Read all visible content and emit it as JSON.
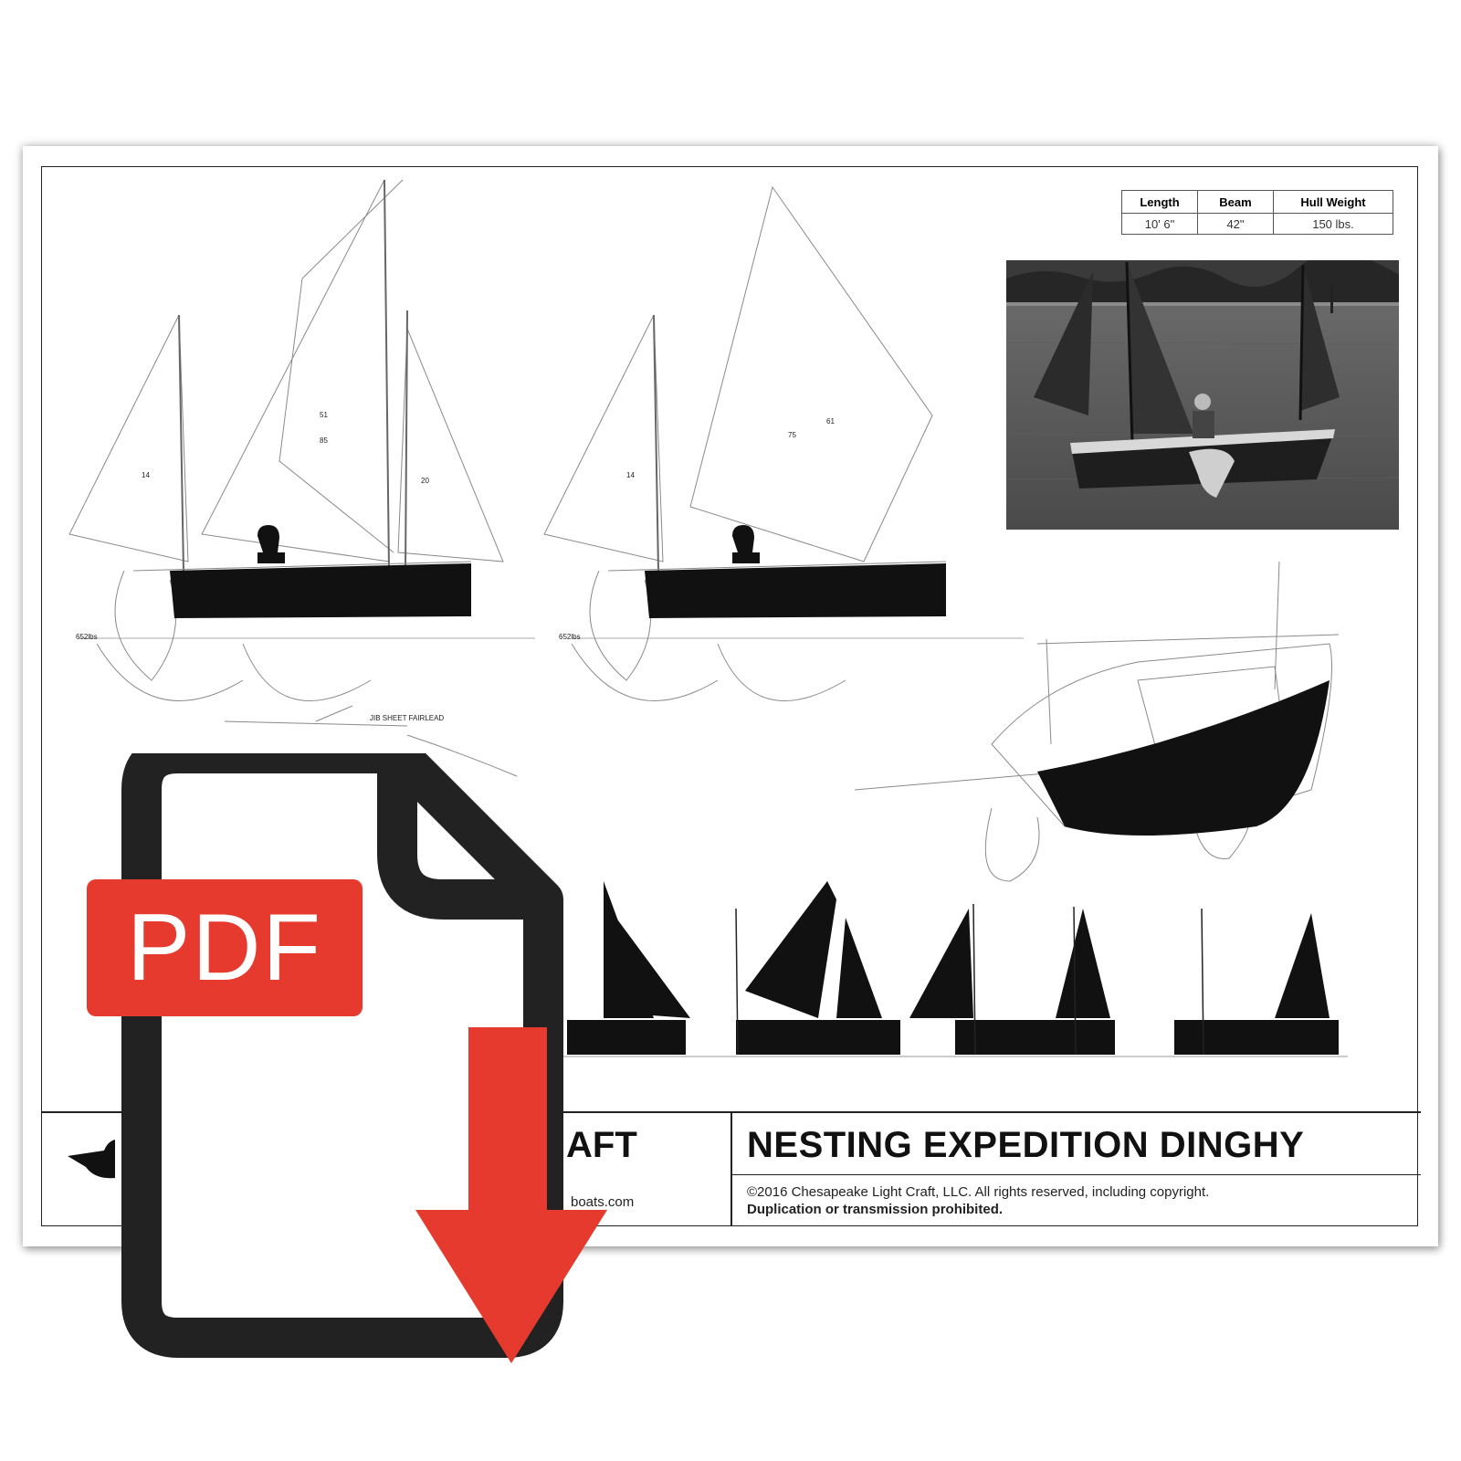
{
  "specs": {
    "headers": [
      "Length",
      "Beam",
      "Hull Weight"
    ],
    "values": [
      "10' 6\"",
      "42\"",
      "150 lbs."
    ]
  },
  "drawing_labels": {
    "sail_area_jib_1": "14",
    "sail_area_main_1a": "51",
    "sail_area_main_1b": "85",
    "sail_area_mizzen_1": "20",
    "sail_area_jib_2": "14",
    "sail_area_main_2a": "61",
    "sail_area_main_2b": "75",
    "displacement_1": "652lbs",
    "displacement_2": "652lbs",
    "fairlead_label": "JIB SHEET FAIRLEAD"
  },
  "title_block": {
    "brand_fragment": "AFT",
    "url_fragment": "boats.com",
    "boat_name": "NESTING EXPEDITION DINGHY",
    "copyright_line1": "©2016 Chesapeake Light Craft, LLC.  All rights reserved, including copyright.",
    "copyright_line2": "Duplication or transmission prohibited."
  },
  "pdf_icon": {
    "label": "PDF",
    "badge_color": "#e63a2e",
    "arrow_color": "#e63a2e",
    "outline_color": "#222222"
  }
}
